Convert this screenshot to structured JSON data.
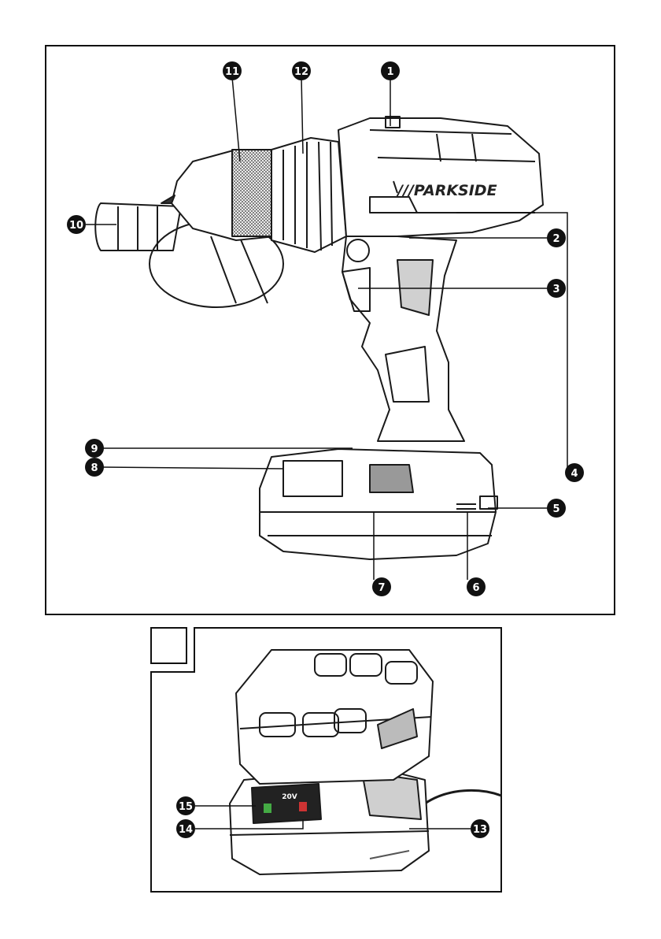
{
  "figure_a": {
    "brand_text": "///PARKSIDE",
    "callouts": [
      "1",
      "2",
      "3",
      "4",
      "5",
      "6",
      "7",
      "8",
      "9",
      "10",
      "11",
      "12"
    ]
  },
  "figure_b": {
    "label": "",
    "callouts": [
      "13",
      "14",
      "15"
    ],
    "charger_label": "20V"
  }
}
